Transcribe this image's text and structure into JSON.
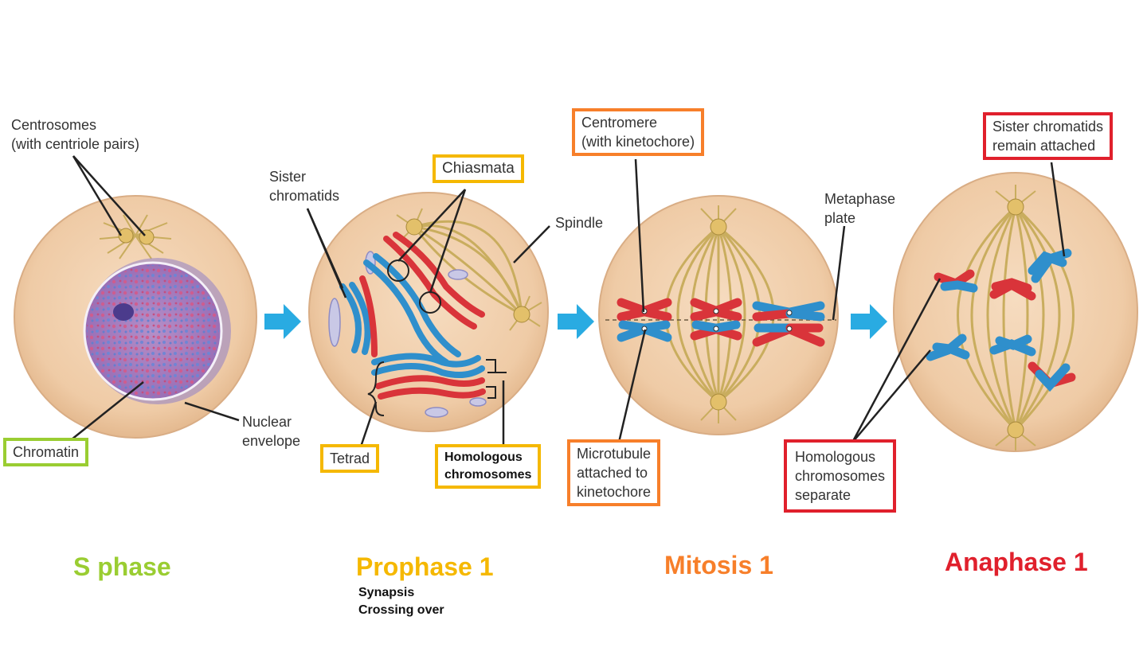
{
  "colors": {
    "green": "#9acd32",
    "yellow": "#f5b800",
    "orange": "#f77f2a",
    "red": "#e0202c",
    "arrow": "#29abe2",
    "cell": "#f2d4b4",
    "spindle": "#c9ad5e",
    "chrom_red": "#d9343a",
    "chrom_blue": "#2f8fcc"
  },
  "labels": {
    "centrosomes": [
      "Centrosomes",
      "(with centriole pairs)"
    ],
    "sister_chromatids": [
      "Sister",
      "chromatids"
    ],
    "spindle": "Spindle",
    "metaphase_plate": [
      "Metaphase",
      "plate"
    ],
    "nuclear_envelope": [
      "Nuclear",
      "envelope"
    ]
  },
  "boxes": {
    "chromatin": "Chromatin",
    "chiasmata": "Chiasmata",
    "tetrad": "Tetrad",
    "homologous_chromosomes": [
      "Homologous",
      "chromosomes"
    ],
    "centromere": [
      "Centromere",
      "(with kinetochore)"
    ],
    "microtubule": [
      "Microtubule",
      "attached to",
      "kinetochore"
    ],
    "sister_attached": [
      "Sister chromatids",
      "remain attached"
    ],
    "homologous_separate": [
      "Homologous",
      "chromosomes",
      "separate"
    ]
  },
  "phases": {
    "s_phase": "S phase",
    "prophase": "Prophase 1",
    "mitosis": "Mitosis 1",
    "anaphase": "Anaphase 1"
  },
  "prophase_notes": [
    "Synapsis",
    "Crossing over"
  ]
}
